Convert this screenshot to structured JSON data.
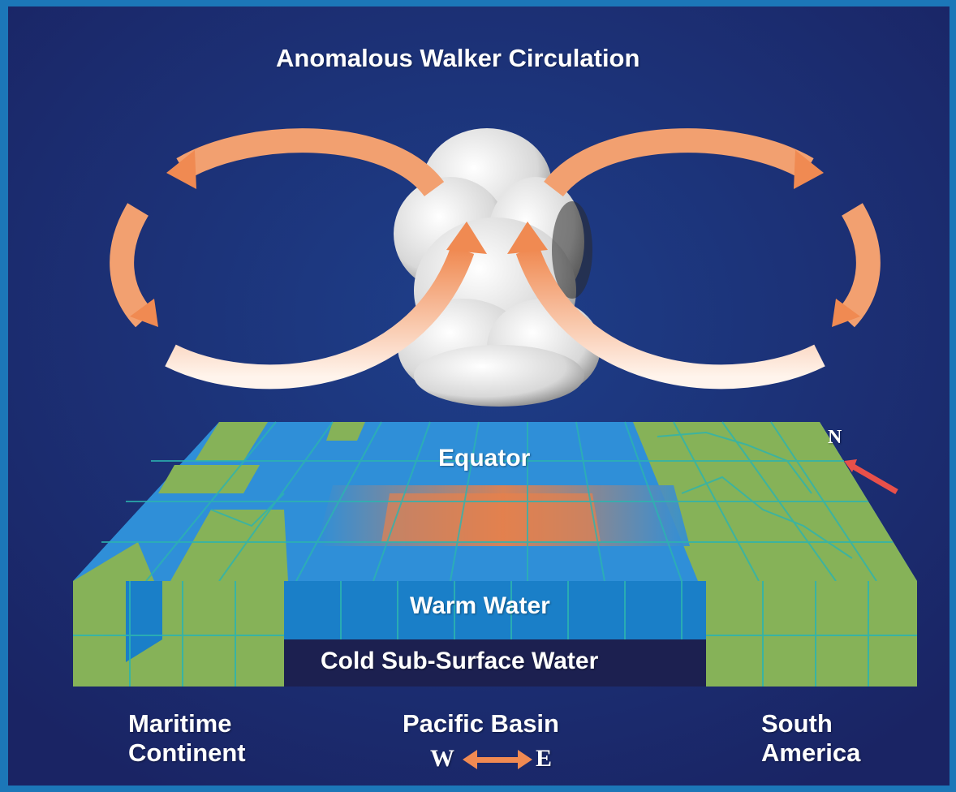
{
  "title": "Anomalous Walker Circulation",
  "labels": {
    "equator": "Equator",
    "warm_water": "Warm Water",
    "cold_water": "Cold Sub-Surface Water",
    "maritime_line1": "Maritime",
    "maritime_line2": "Continent",
    "pacific_basin": "Pacific Basin",
    "south_line1": "South",
    "south_line2": "America",
    "west": "W",
    "east": "E",
    "north": "N"
  },
  "colors": {
    "background": "#1a2a6e",
    "frame": "#1c77b8",
    "ocean": "#2f8fd8",
    "land": "#86b258",
    "warm_anomaly": "#e8804a",
    "arrow": "#f2a070",
    "grid": "#2cb4b0"
  },
  "icons": [
    "cloud-icon",
    "north-arrow-icon",
    "west-east-arrow-icon"
  ]
}
